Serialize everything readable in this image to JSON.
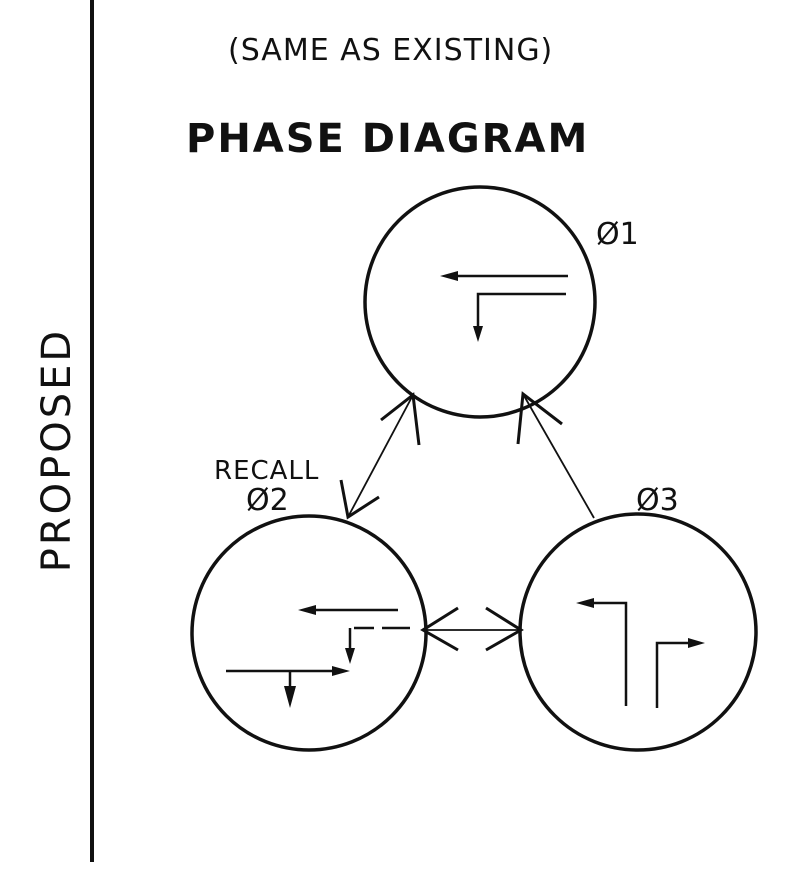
{
  "side_label": "PROPOSED",
  "subtitle": "(SAME AS EXISTING)",
  "title": "PHASE DIAGRAM",
  "phases": [
    {
      "label": "Ø1"
    },
    {
      "label": "Ø2",
      "note": "RECALL"
    },
    {
      "label": "Ø3"
    }
  ],
  "colors": {
    "ink": "#111111",
    "paper": "#ffffff"
  }
}
